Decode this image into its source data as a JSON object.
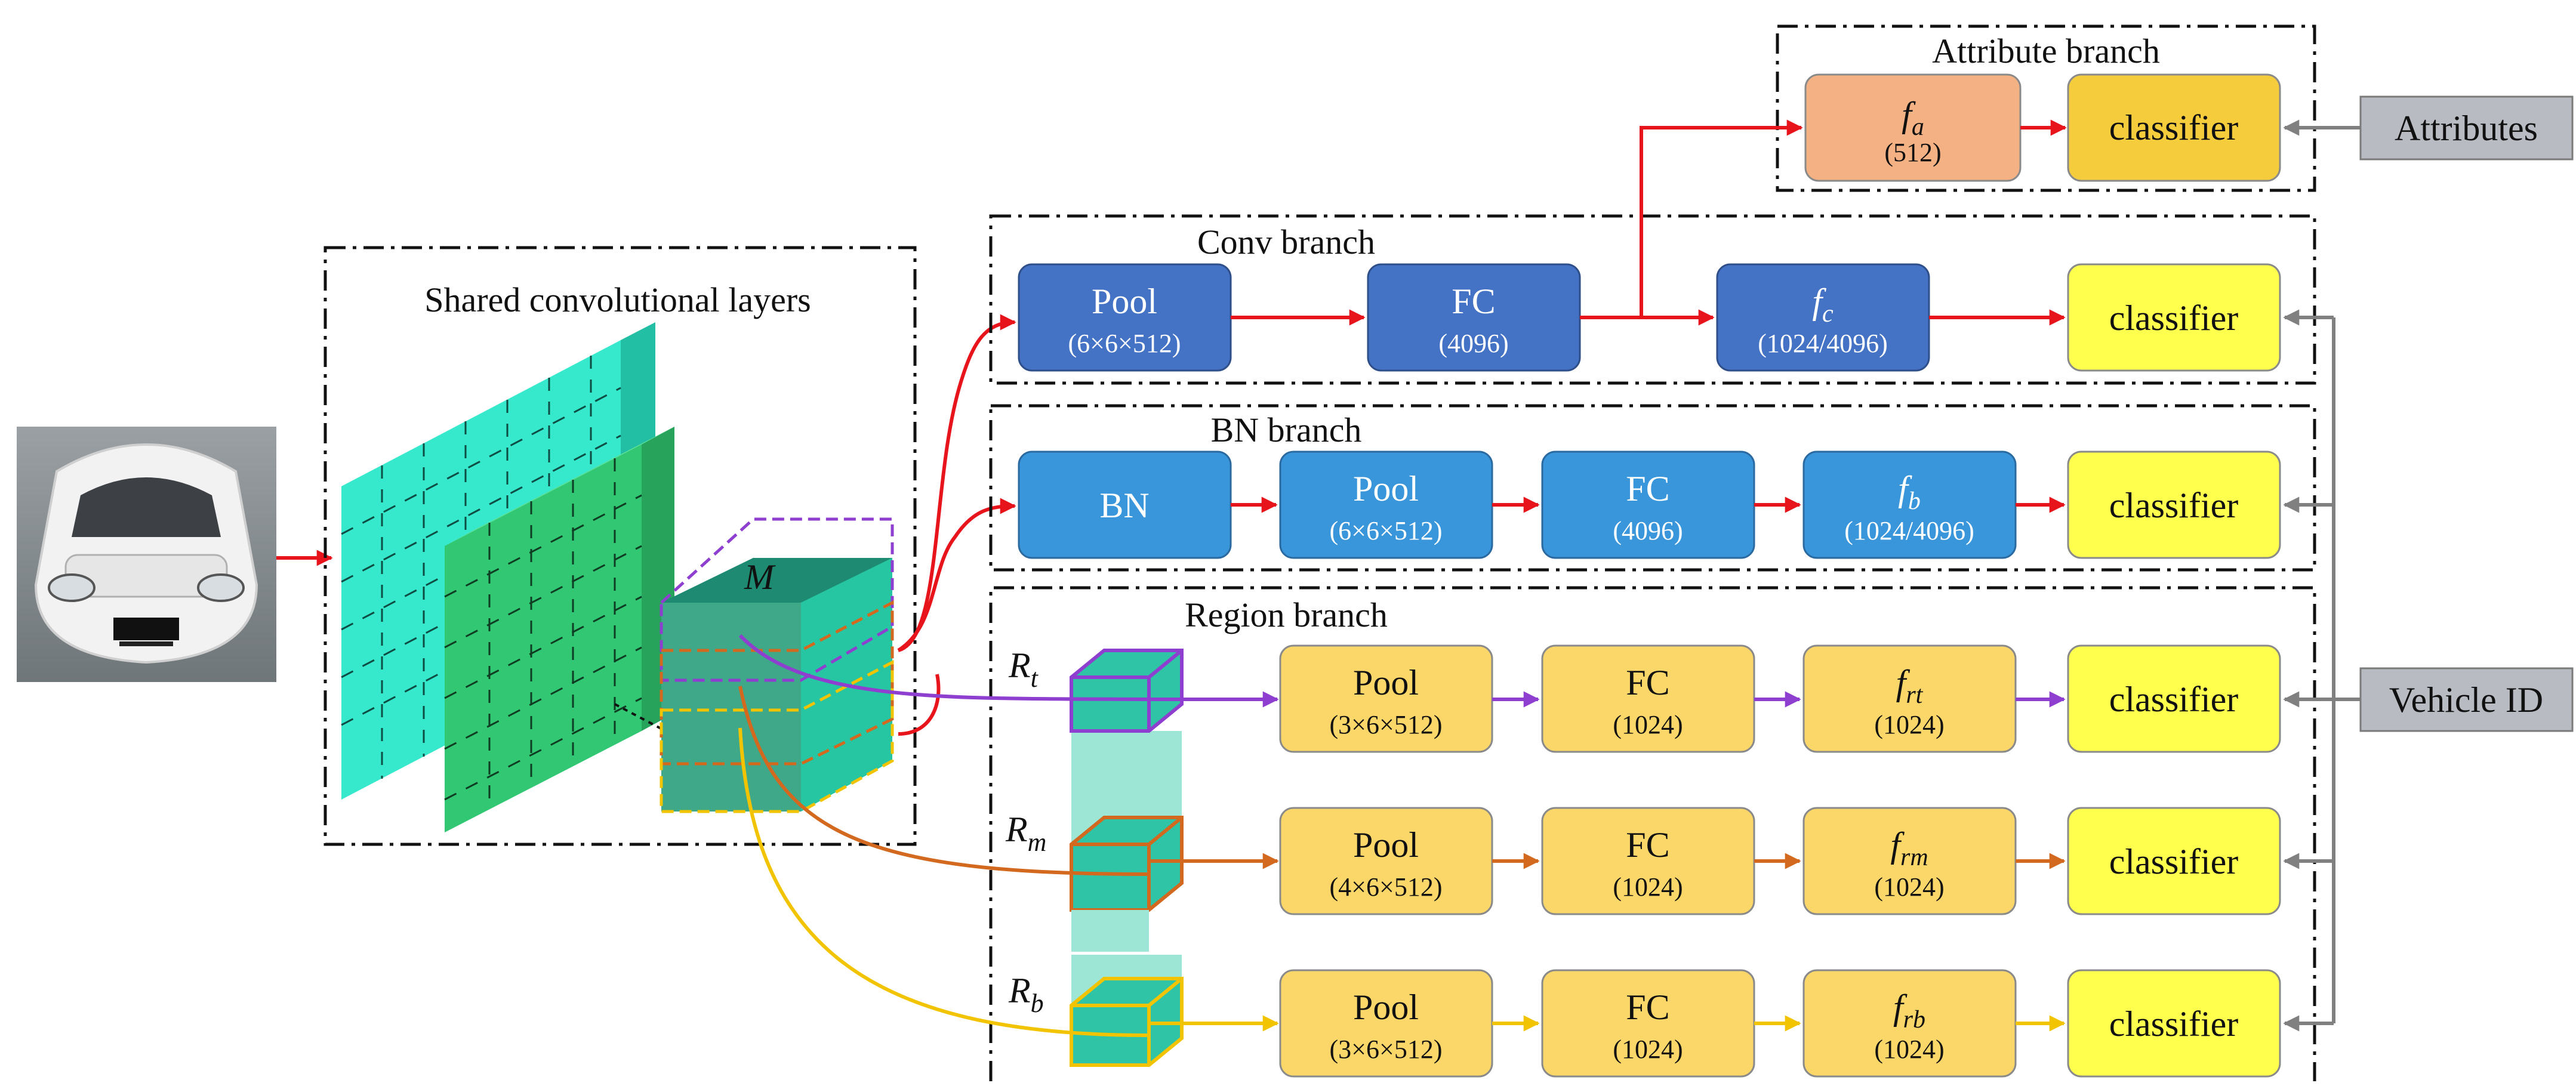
{
  "diagram": {
    "input_image": {
      "label": "car-photo"
    },
    "shared_layers": {
      "title": "Shared convolutional layers",
      "feature_map_label": "M"
    },
    "attribute_branch": {
      "title": "Attribute branch",
      "feature": {
        "symbol": "f",
        "subscript": "a",
        "sub": "(512)"
      },
      "classifier": "classifier",
      "input_label": "Attributes"
    },
    "conv_branch": {
      "title": "Conv branch",
      "boxes": [
        {
          "main": "Pool",
          "sub": "(6×6×512)"
        },
        {
          "main": "FC",
          "sub": "(4096)"
        },
        {
          "symbol": "f",
          "subscript": "c",
          "sub": "(1024/4096)"
        }
      ],
      "classifier": "classifier"
    },
    "bn_branch": {
      "title": "BN branch",
      "boxes": [
        {
          "main": "BN",
          "sub": ""
        },
        {
          "main": "Pool",
          "sub": "(6×6×512)"
        },
        {
          "main": "FC",
          "sub": "(4096)"
        },
        {
          "symbol": "f",
          "subscript": "b",
          "sub": "(1024/4096)"
        }
      ],
      "classifier": "classifier"
    },
    "region_branch": {
      "title": "Region branch",
      "rows": [
        {
          "region": {
            "symbol": "R",
            "subscript": "t"
          },
          "boxes": [
            {
              "main": "Pool",
              "sub": "(3×6×512)"
            },
            {
              "main": "FC",
              "sub": "(1024)"
            },
            {
              "symbol": "f",
              "subscript": "rt",
              "sub": "(1024)"
            }
          ],
          "classifier": "classifier",
          "arrow_color": "#8e3fcf"
        },
        {
          "region": {
            "symbol": "R",
            "subscript": "m"
          },
          "boxes": [
            {
              "main": "Pool",
              "sub": "(4×6×512)"
            },
            {
              "main": "FC",
              "sub": "(1024)"
            },
            {
              "symbol": "f",
              "subscript": "rm",
              "sub": "(1024)"
            }
          ],
          "classifier": "classifier",
          "arrow_color": "#d2691e"
        },
        {
          "region": {
            "symbol": "R",
            "subscript": "b"
          },
          "boxes": [
            {
              "main": "Pool",
              "sub": "(3×6×512)"
            },
            {
              "main": "FC",
              "sub": "(1024)"
            },
            {
              "symbol": "f",
              "subscript": "rb",
              "sub": "(1024)"
            }
          ],
          "classifier": "classifier",
          "arrow_color": "#f2c400"
        }
      ]
    },
    "vehicle_id_label": "Vehicle ID",
    "colors": {
      "conv_box": "#4472c4",
      "bn_box": "#3a96db",
      "region_box": "#fbd668",
      "classifier_yellow": "#ffff4d",
      "attr_feature": "#f4b183",
      "attr_classifier": "#f5cc3c",
      "label_box": "#b8bcc2",
      "arrow_red": "#e8141c",
      "arrow_gray": "#808080"
    }
  }
}
